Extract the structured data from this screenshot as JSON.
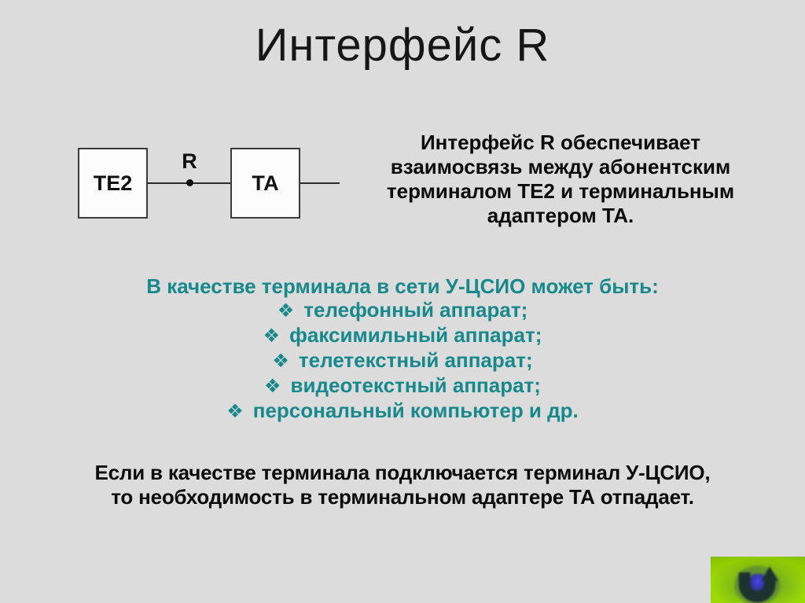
{
  "slide": {
    "title": "Интерфейс R",
    "background_color": "#dcdcdc"
  },
  "diagram": {
    "te2_box_label": "ТЕ2",
    "ta_box_label": "ТА",
    "interface_point_label": "R"
  },
  "description": {
    "lines": [
      "Интерфейс R обеспечивает",
      "взаимосвязь между абонентским",
      "терминалом ТЕ2 и терминальным",
      "адаптером ТА."
    ]
  },
  "terminal_list": {
    "heading": "В качестве терминала в сети У-ЦСИО может быть:",
    "bullet_glyph": "❖",
    "items": [
      "телефонный аппарат;",
      "факсимильный аппарат;",
      "телетекстный аппарат;",
      "видеотекстный аппарат;",
      "персональный компьютер и др."
    ],
    "accent_color": "#17898c"
  },
  "note": {
    "lines": [
      "Если в качестве терминала подключается терминал У-ЦСИО,",
      "то необходимость в терминальном адаптере ТА отпадает."
    ]
  },
  "nav_button": {
    "icon": "u-turn-up-arrow",
    "background_color": "#8cc701"
  }
}
